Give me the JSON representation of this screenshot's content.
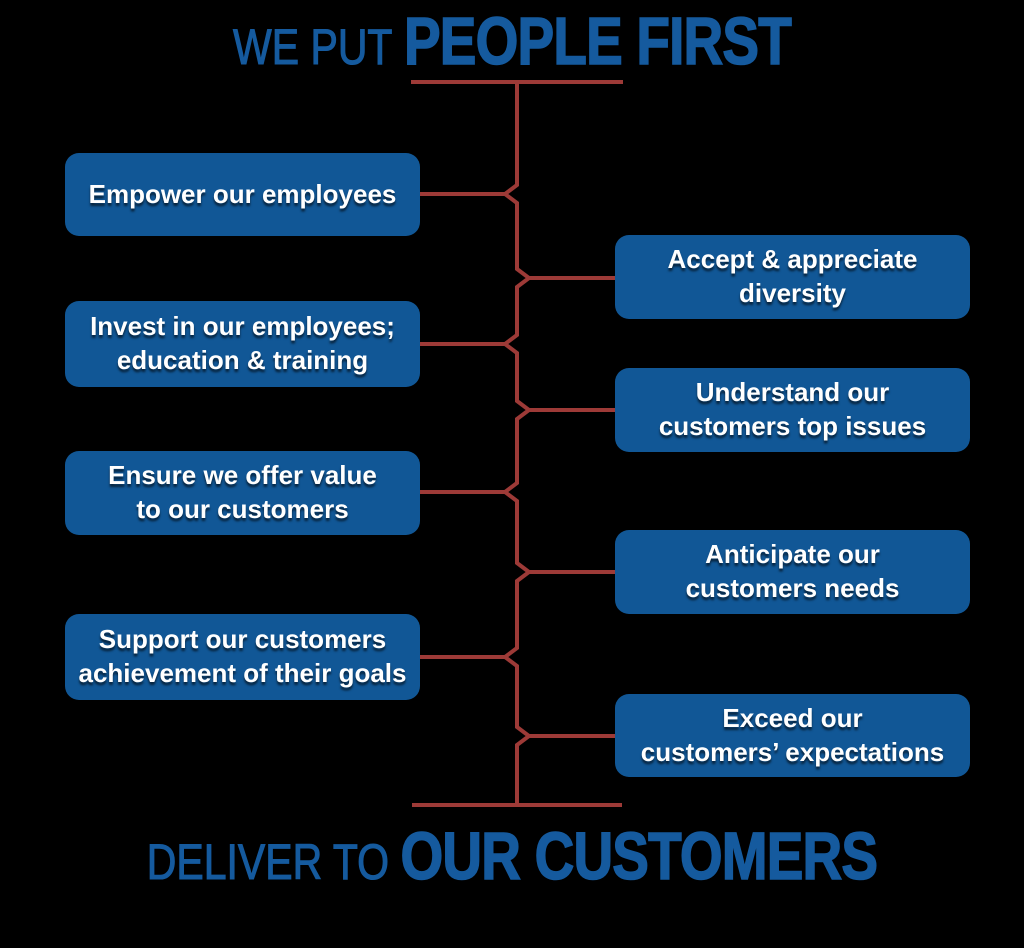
{
  "diagram": {
    "top_title": {
      "light": "WE PUT",
      "heavy": "PEOPLE FIRST"
    },
    "bottom_title": {
      "light": "DELIVER TO",
      "heavy": "OUR CUSTOMERS"
    },
    "left_boxes": [
      {
        "lines": [
          "Empower our employees",
          ""
        ]
      },
      {
        "lines": [
          "Invest in our employees;",
          "education & training"
        ]
      },
      {
        "lines": [
          "Ensure we offer value",
          "to our customers"
        ]
      },
      {
        "lines": [
          "Support our customers",
          "achievement of their goals"
        ]
      }
    ],
    "right_boxes": [
      {
        "lines": [
          "Accept & appreciate",
          "diversity"
        ]
      },
      {
        "lines": [
          "Understand our",
          "customers top issues"
        ]
      },
      {
        "lines": [
          "Anticipate our",
          "customers needs"
        ]
      },
      {
        "lines": [
          "Exceed our",
          "customers’ expectations"
        ]
      }
    ],
    "colors": {
      "background": "#000000",
      "title_blue": "#155a9e",
      "box_blue": "#115796",
      "box_text": "#ffffff",
      "connector_red": "#9d3a37"
    }
  }
}
